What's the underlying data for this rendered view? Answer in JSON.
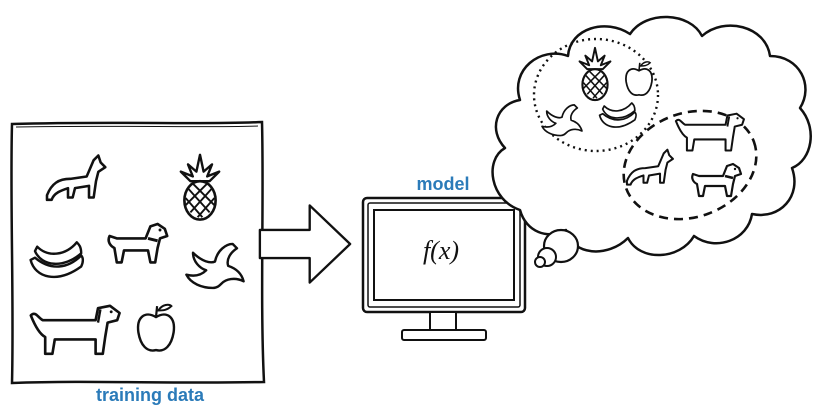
{
  "diagram": {
    "training_label": "training data",
    "model_label": "model",
    "function_label": "f(x)",
    "training_items": [
      "wolf",
      "pineapple",
      "dog",
      "banana",
      "banana-peel",
      "dog",
      "apple"
    ],
    "thought_groups": [
      {
        "style": "dotted",
        "items": [
          "pineapple",
          "apple",
          "banana-peel",
          "banana"
        ]
      },
      {
        "style": "dashed",
        "items": [
          "dog",
          "wolf",
          "dog"
        ]
      }
    ],
    "colors": {
      "label": "#2b7bb9",
      "stroke": "#111111"
    }
  }
}
